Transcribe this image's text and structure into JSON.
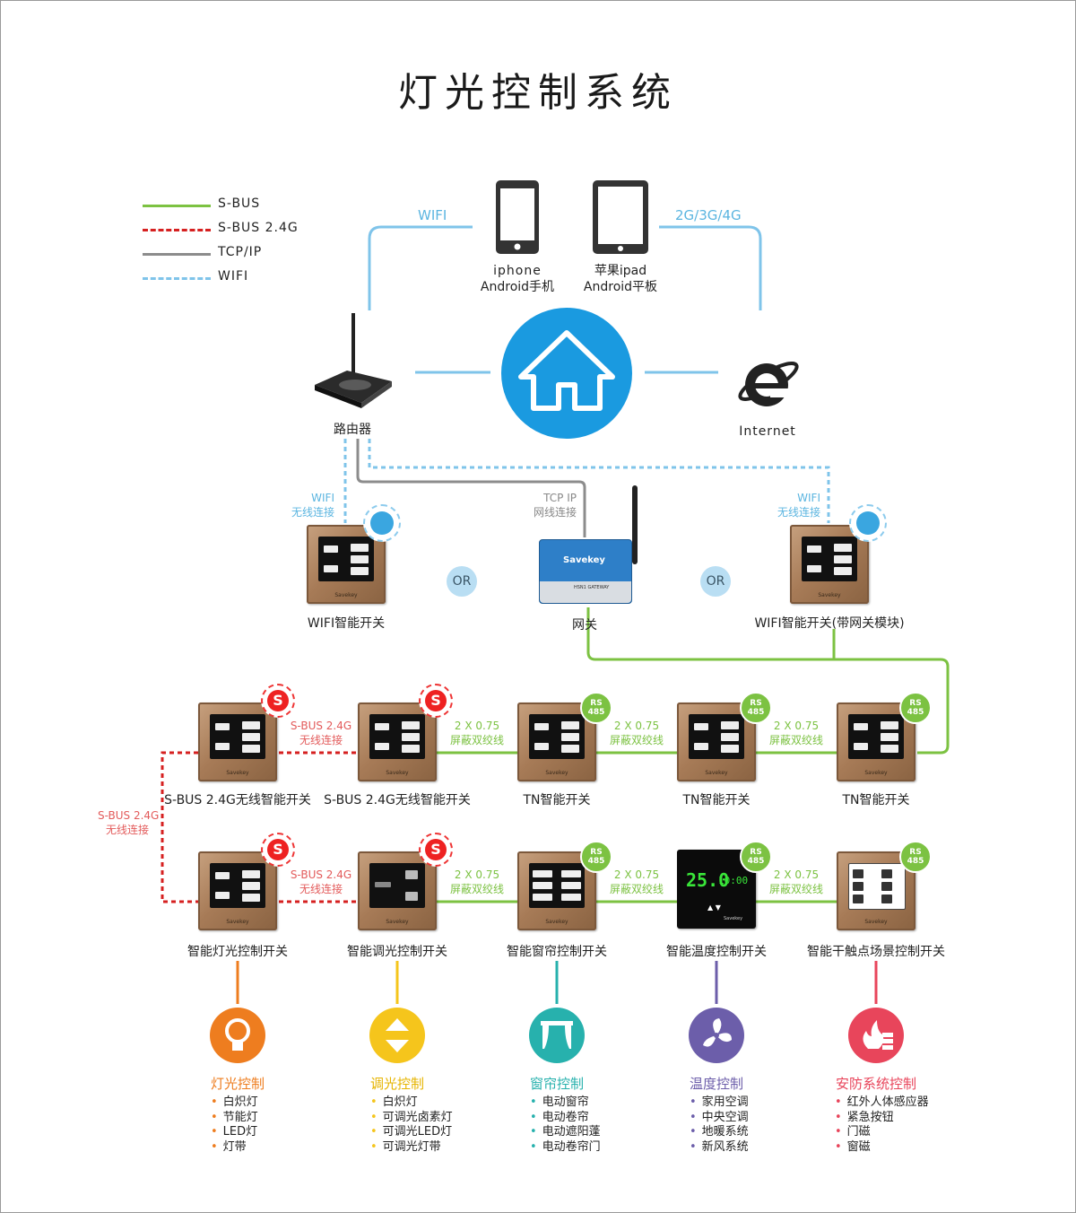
{
  "title": "灯光控制系统",
  "legend": [
    {
      "label": "S-BUS",
      "color": "#7cc242",
      "style": "solid"
    },
    {
      "label": "S-BUS 2.4G",
      "color": "#d62020",
      "style": "dashed"
    },
    {
      "label": "TCP/IP",
      "color": "#8c8c8c",
      "style": "solid"
    },
    {
      "label": "WIFI",
      "color": "#7fc4ea",
      "style": "dashed"
    }
  ],
  "top": {
    "wifi_label": "WIFI",
    "network_label": "2G/3G/4G",
    "phone": {
      "line1": "iphone",
      "line2": "Android手机"
    },
    "tablet": {
      "line1": "苹果ipad",
      "line2": "Android平板"
    },
    "router_label": "路由器",
    "internet_label": "Internet"
  },
  "middle": {
    "wifi_left": {
      "line1": "WIFI",
      "line2": "无线连接"
    },
    "wifi_right": {
      "line1": "WIFI",
      "line2": "无线连接"
    },
    "tcpip": {
      "line1": "TCP IP",
      "line2": "网线连接"
    },
    "or_left": "OR",
    "or_right": "OR",
    "wifi_switch_label": "WIFI智能开关",
    "gateway_label": "网关",
    "wifi_switch_gw_label": "WIFI智能开关(带网关模块)",
    "gateway_brand": "Savekey",
    "gateway_model": "HSN1 GATEWAY"
  },
  "row1": {
    "devices": [
      "S-BUS 2.4G无线智能开关",
      "S-BUS 2.4G无线智能开关",
      "TN智能开关",
      "TN智能开关",
      "TN智能开关"
    ],
    "conn_sbus24": {
      "line1": "S-BUS 2.4G",
      "line2": "无线连接"
    },
    "conn_wire": {
      "line1": "2 X 0.75",
      "line2": "屏蔽双绞线"
    }
  },
  "side_conn": {
    "line1": "S-BUS 2.4G",
    "line2": "无线连接"
  },
  "row2": {
    "devices": [
      "智能灯光控制开关",
      "智能调光控制开关",
      "智能窗帘控制开关",
      "智能温度控制开关",
      "智能干触点场景控制开关"
    ],
    "conn_sbus24": {
      "line1": "S-BUS 2.4G",
      "line2": "无线连接"
    },
    "conn_wire": {
      "line1": "2 X 0.75",
      "line2": "屏蔽双绞线"
    },
    "thermo_temp": "25.0",
    "thermo_time": "10:00"
  },
  "rs485": "RS 485",
  "device_brand": "Savekey",
  "categories": [
    {
      "title": "灯光控制",
      "items": [
        "白炽灯",
        "节能灯",
        "LED灯",
        "灯带"
      ],
      "color": "#ee7d1f",
      "icon": "bulb-icon"
    },
    {
      "title": "调光控制",
      "items": [
        "白炽灯",
        "可调光卤素灯",
        "可调光LED灯",
        "可调光灯带"
      ],
      "color": "#f5c51c",
      "icon": "up-down-arrows-icon"
    },
    {
      "title": "窗帘控制",
      "items": [
        "电动窗帘",
        "电动卷帘",
        "电动遮阳蓬",
        "电动卷帘门"
      ],
      "color": "#27b1ad",
      "icon": "curtain-icon"
    },
    {
      "title": "温度控制",
      "items": [
        "家用空调",
        "中央空调",
        "地暖系统",
        "新风系统"
      ],
      "color": "#6c5eaa",
      "icon": "fan-icon"
    },
    {
      "title": "安防系统控制",
      "items": [
        "红外人体感应器",
        "紧急按钮",
        "门磁",
        "窗磁"
      ],
      "color": "#e8455b",
      "icon": "fire-wall-icon"
    }
  ]
}
